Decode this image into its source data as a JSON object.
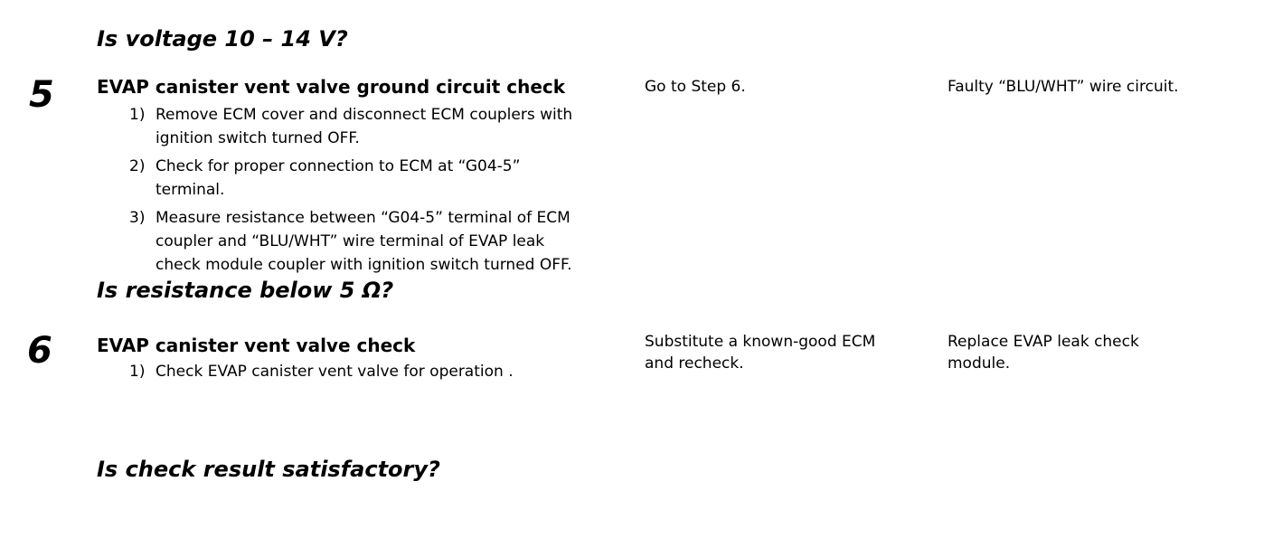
{
  "page": {
    "background": "#ffffff",
    "text_color": "#000000"
  },
  "rows": [
    {
      "question": "Is voltage 10 – 14 V?"
    },
    {
      "step": "5",
      "title": "EVAP canister vent valve ground circuit check",
      "items": [
        {
          "num": "1)",
          "text": "Remove ECM cover and disconnect ECM couplers with\nignition switch turned OFF."
        },
        {
          "num": "2)",
          "text": "Check for proper connection to ECM at “G04-5”\nterminal."
        },
        {
          "num": "3)",
          "text": "Measure resistance between “G04-5” terminal of ECM\ncoupler and “BLU/WHT” wire terminal of EVAP leak\ncheck module coupler with ignition switch turned OFF."
        }
      ],
      "question": "Is resistance below 5 Ω?",
      "yes": "Go to Step 6.",
      "no": "Faulty “BLU/WHT” wire circuit."
    },
    {
      "step": "6",
      "title": "EVAP canister vent valve check",
      "items": [
        {
          "num": "1)",
          "text": "Check EVAP canister vent valve for operation ."
        }
      ],
      "question": "Is check result satisfactory?",
      "yes": "Substitute a known-good ECM\nand recheck.",
      "no": "Replace EVAP leak check\nmodule."
    }
  ]
}
